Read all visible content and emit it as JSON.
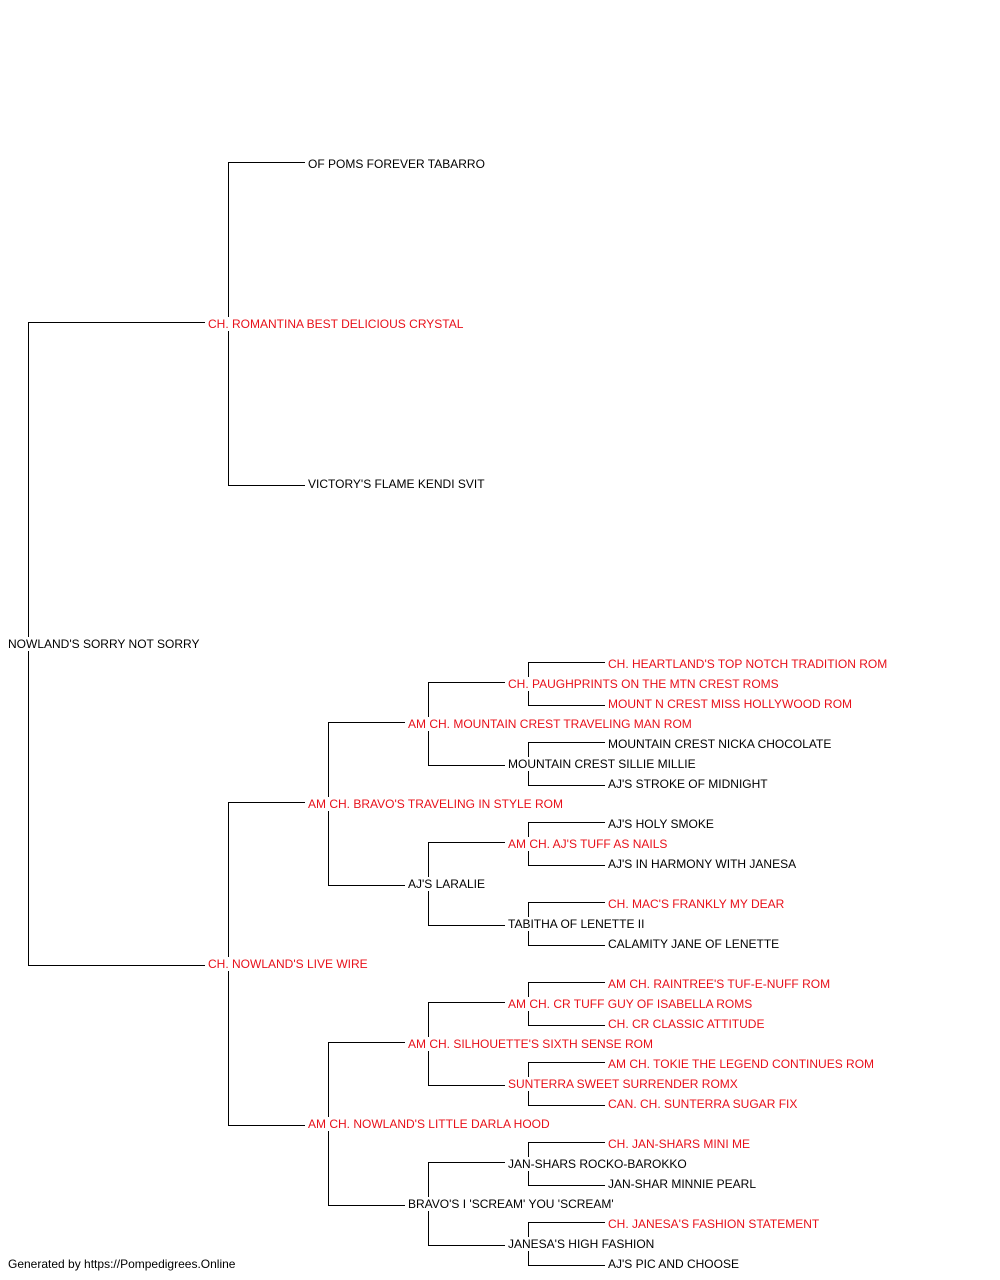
{
  "colors": {
    "champion": "#e8101a",
    "regular": "#000000",
    "lines": "#000000"
  },
  "footer": "Generated by https://Pompedigrees.Online",
  "pedigree": {
    "subject": {
      "name": "NOWLAND'S SORRY NOT SORRY",
      "champion": false
    },
    "sire": {
      "name": "CH. ROMANTINA BEST DELICIOUS CRYSTAL",
      "champion": true,
      "sire": {
        "name": "OF POMS FOREVER TABARRO",
        "champion": false
      },
      "dam": {
        "name": "VICTORY'S FLAME KENDI SVIT",
        "champion": false
      }
    },
    "dam": {
      "name": "CH. NOWLAND'S LIVE WIRE",
      "champion": true,
      "sire": {
        "name": "AM CH. BRAVO'S TRAVELING IN STYLE ROM",
        "champion": true,
        "sire": {
          "name": "AM CH. MOUNTAIN CREST TRAVELING MAN ROM",
          "champion": true,
          "sire": {
            "name": "CH. PAUGHPRINTS ON THE MTN CREST ROMS",
            "champion": true,
            "sire": {
              "name": "CH. HEARTLAND'S TOP NOTCH TRADITION ROM",
              "champion": true
            },
            "dam": {
              "name": "MOUNT N CREST MISS HOLLYWOOD ROM",
              "champion": true
            }
          },
          "dam": {
            "name": "MOUNTAIN CREST SILLIE MILLIE",
            "champion": false,
            "sire": {
              "name": "MOUNTAIN CREST NICKA CHOCOLATE",
              "champion": false
            },
            "dam": {
              "name": "AJ'S STROKE OF MIDNIGHT",
              "champion": false
            }
          }
        },
        "dam": {
          "name": "AJ'S LARALIE",
          "champion": false,
          "sire": {
            "name": "AM CH. AJ'S TUFF AS NAILS",
            "champion": true,
            "sire": {
              "name": "AJ'S HOLY SMOKE",
              "champion": false
            },
            "dam": {
              "name": "AJ'S IN HARMONY WITH JANESA",
              "champion": false
            }
          },
          "dam": {
            "name": "TABITHA OF LENETTE II",
            "champion": false,
            "sire": {
              "name": "CH. MAC'S FRANKLY MY DEAR",
              "champion": true
            },
            "dam": {
              "name": "CALAMITY JANE OF LENETTE",
              "champion": false
            }
          }
        }
      },
      "dam": {
        "name": "AM CH. NOWLAND'S LITTLE DARLA HOOD",
        "champion": true,
        "sire": {
          "name": "AM CH. SILHOUETTE'S SIXTH SENSE ROM",
          "champion": true,
          "sire": {
            "name": "AM CH. CR TUFF GUY OF ISABELLA ROMS",
            "champion": true,
            "sire": {
              "name": "AM CH. RAINTREE'S TUF-E-NUFF ROM",
              "champion": true
            },
            "dam": {
              "name": "CH. CR CLASSIC ATTITUDE",
              "champion": true
            }
          },
          "dam": {
            "name": "SUNTERRA SWEET SURRENDER ROMX",
            "champion": true,
            "sire": {
              "name": "AM CH. TOKIE THE LEGEND CONTINUES ROM",
              "champion": true
            },
            "dam": {
              "name": "CAN. CH. SUNTERRA SUGAR FIX",
              "champion": true
            }
          }
        },
        "dam": {
          "name": "BRAVO'S I 'SCREAM' YOU 'SCREAM'",
          "champion": false,
          "sire": {
            "name": "JAN-SHARS ROCKO-BAROKKO",
            "champion": false,
            "sire": {
              "name": "CH. JAN-SHARS MINI ME",
              "champion": true
            },
            "dam": {
              "name": "JAN-SHAR MINNIE PEARL",
              "champion": false
            }
          },
          "dam": {
            "name": "JANESA'S HIGH FASHION",
            "champion": false,
            "sire": {
              "name": "CH. JANESA'S FASHION STATEMENT",
              "champion": true
            },
            "dam": {
              "name": "AJ'S PIC AND CHOOSE",
              "champion": false
            }
          }
        }
      }
    }
  }
}
